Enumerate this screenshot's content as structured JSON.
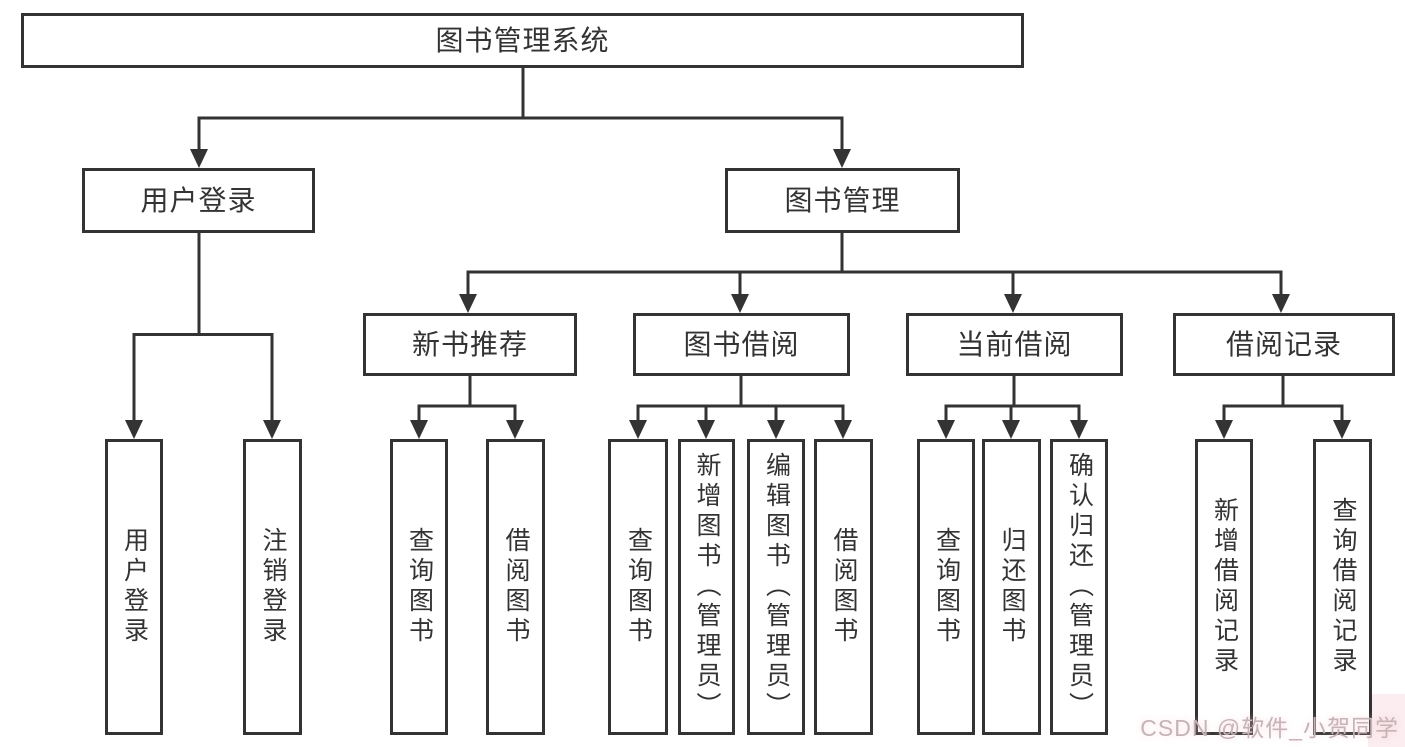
{
  "tree": {
    "label": "图书管理系统",
    "children": [
      {
        "label": "用户登录",
        "children": [
          {
            "label": "用户登录"
          },
          {
            "label": "注销登录"
          }
        ]
      },
      {
        "label": "图书管理",
        "children": [
          {
            "label": "新书推荐",
            "children": [
              {
                "label": "查询图书"
              },
              {
                "label": "借阅图书"
              }
            ]
          },
          {
            "label": "图书借阅",
            "children": [
              {
                "label": "查询图书"
              },
              {
                "label": "新增图书（管理员）"
              },
              {
                "label": "编辑图书（管理员）"
              },
              {
                "label": "借阅图书"
              }
            ]
          },
          {
            "label": "当前借阅",
            "children": [
              {
                "label": "查询图书"
              },
              {
                "label": "归还图书"
              },
              {
                "label": "确认归还（管理员）"
              }
            ]
          },
          {
            "label": "借阅记录",
            "children": [
              {
                "label": "新增借阅记录"
              },
              {
                "label": "查询借阅记录"
              }
            ]
          }
        ]
      }
    ]
  },
  "watermark": {
    "text": "CSDN @软件_小贺同学"
  },
  "colors": {
    "line": "#333333",
    "box_border": "#333333",
    "box_background": "#ffffff",
    "page_background": "#ffffff",
    "watermark_text": "#c5b3b8"
  }
}
